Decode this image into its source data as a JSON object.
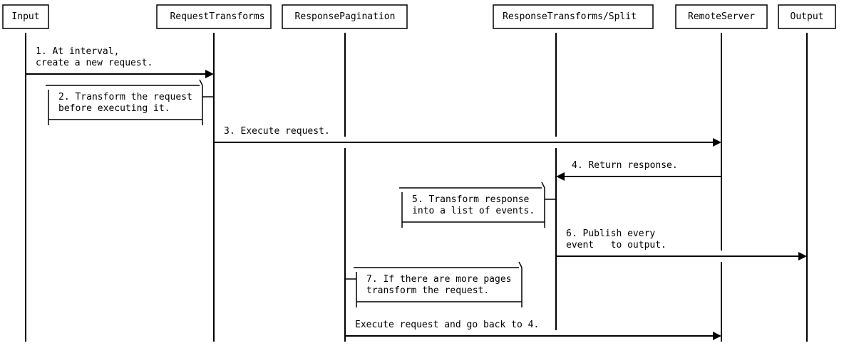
{
  "participants": [
    {
      "id": "input",
      "label": "Input"
    },
    {
      "id": "reqtrans",
      "label": "RequestTransforms"
    },
    {
      "id": "resppag",
      "label": "ResponsePagination"
    },
    {
      "id": "resptrans",
      "label": "ResponseTransforms/Split"
    },
    {
      "id": "remote",
      "label": "RemoteServer"
    },
    {
      "id": "output",
      "label": "Output"
    }
  ],
  "messages": [
    {
      "id": "m1",
      "lines": [
        "1. At interval,",
        "create a new request."
      ]
    },
    {
      "id": "n2",
      "lines": [
        "2. Transform the request",
        "before executing it."
      ]
    },
    {
      "id": "m3",
      "lines": [
        "3. Execute request."
      ]
    },
    {
      "id": "m4",
      "lines": [
        "4. Return response."
      ]
    },
    {
      "id": "n5",
      "lines": [
        "5. Transform response",
        "into a list of events."
      ]
    },
    {
      "id": "m6",
      "lines": [
        "6. Publish every",
        "event   to output."
      ]
    },
    {
      "id": "n7",
      "lines": [
        "7. If there are more pages",
        "transform the request."
      ]
    },
    {
      "id": "m8",
      "lines": [
        "Execute request and go back to 4."
      ]
    }
  ]
}
